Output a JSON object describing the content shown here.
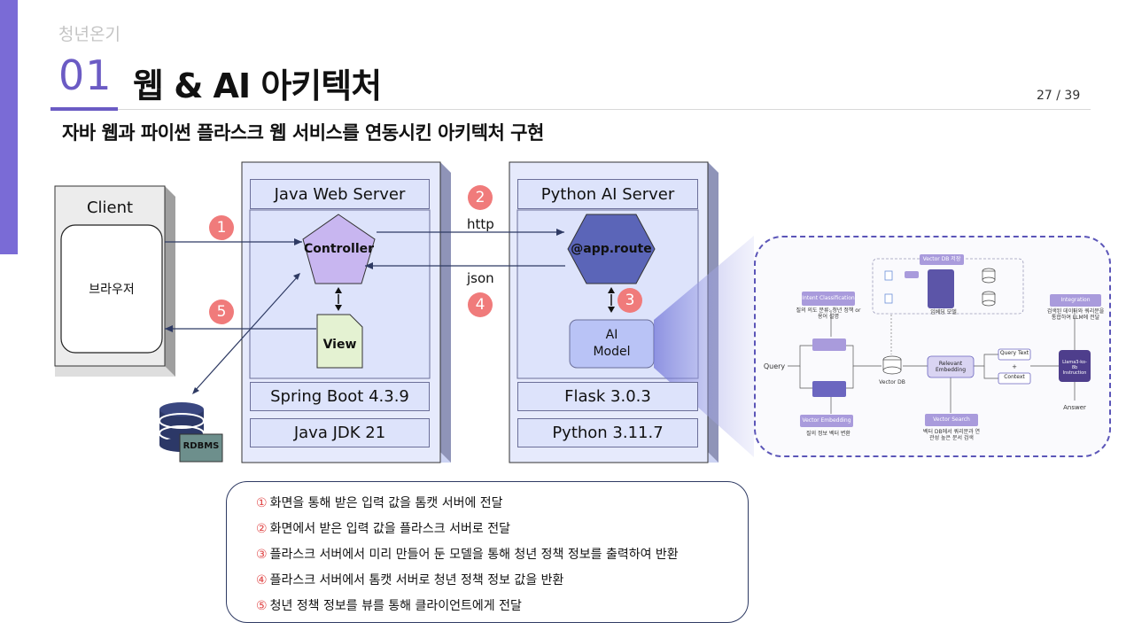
{
  "brand": "청년온기",
  "section_number": "01",
  "title": "웹 & AI 아키텍처",
  "page_indicator": "27 / 39",
  "subtitle": "자바 웹과 파이썬 플라스크 웹 서비스를 연동시킨 아키텍처 구현",
  "client": {
    "title": "Client",
    "browser_label": "브라우저"
  },
  "java_server": {
    "title": "Java Web Server",
    "controller_label": "Controller",
    "view_label": "View",
    "framework_label": "Spring Boot 4.3.9",
    "runtime_label": "Java JDK 21"
  },
  "python_server": {
    "title": "Python AI Server",
    "route_label": "@app.route",
    "model_label_line1": "AI",
    "model_label_line2": "Model",
    "framework_label": "Flask 3.0.3",
    "runtime_label": "Python 3.11.7"
  },
  "database_label": "RDBMS",
  "arrows": {
    "http_label": "http",
    "json_label": "json"
  },
  "steps": [
    "1",
    "2",
    "3",
    "4",
    "5"
  ],
  "legend": [
    {
      "num": "①",
      "text": "화면을 통해 받은 입력 값을 톰캣 서버에 전달"
    },
    {
      "num": "②",
      "text": "화면에서 받은 입력 값을 플라스크 서버로 전달"
    },
    {
      "num": "③",
      "text": "플라스크 서버에서 미리 만들어 둔 모델을 통해 청년 정책 정보를 출력하여 반환"
    },
    {
      "num": "④",
      "text": "플라스크 서버에서 톰캣 서버로 청년 정책 정보 값을 반환"
    },
    {
      "num": "⑤",
      "text": "청년 정책 정보를 뷰를 통해 클라이언트에게 전달"
    }
  ],
  "rag_diagram": {
    "vector_db_store": "Vector DB 저장",
    "intent_classification": "Intent Classification",
    "intent_desc": "질의 의도 분류: 청년 정책 or 용어 설명",
    "embedding_model": "임베딩 모델",
    "integration": "Integration",
    "integration_desc": "검색된 데이터와 쿼리문을 통합하여 LLM에 전달",
    "query": "Query",
    "vector_db": "Vector DB",
    "relevant_embedding": "Relevant Embedding",
    "query_text": "Query Text",
    "context": "Context",
    "llm_model": "Llama3-ko-8b Instruction",
    "answer": "Answer",
    "vector_embedding": "Vector Embedding",
    "vector_embedding_desc": "질의 정보 벡터 변환",
    "vector_search": "Vector Search",
    "vector_search_desc": "벡터 DB에서 쿼리문과 연관성 높은 문서 검색"
  }
}
